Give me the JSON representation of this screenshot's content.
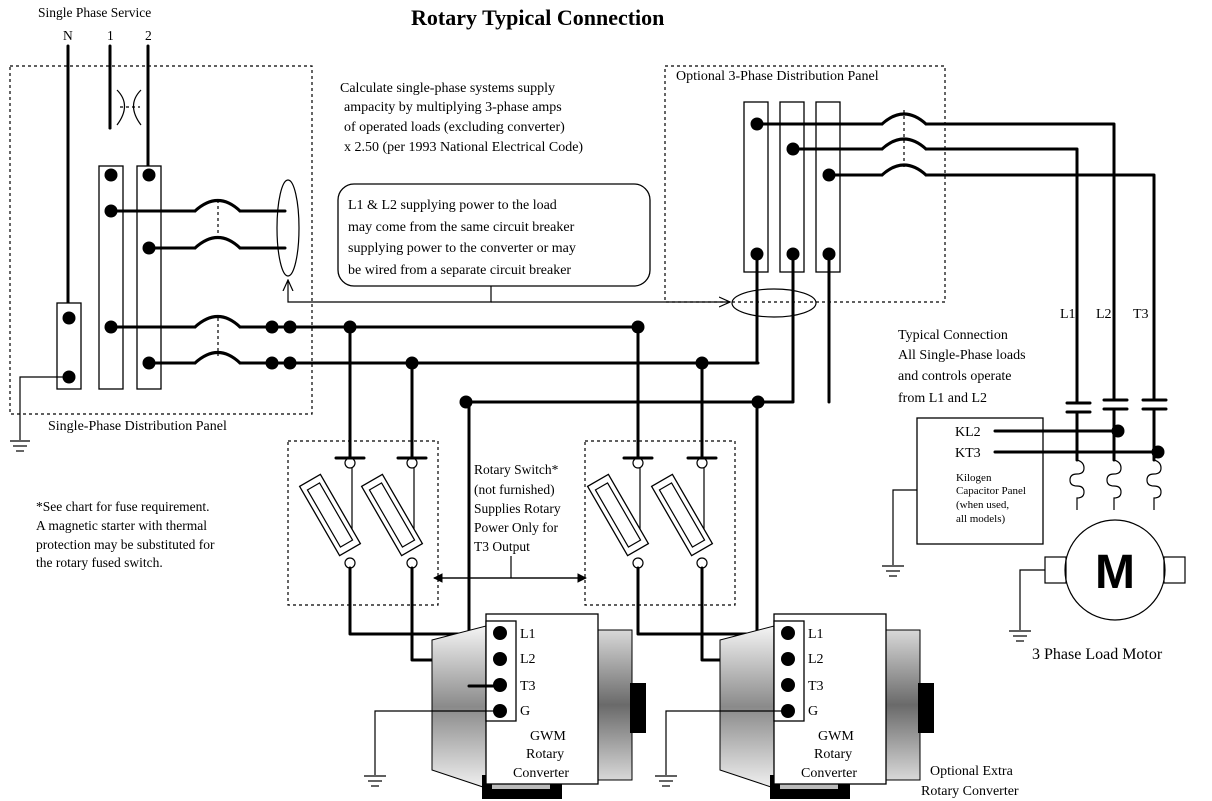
{
  "title": "Rotary Typical Connection",
  "service": {
    "label": "Single Phase Service",
    "n": "N",
    "l1": "1",
    "l2": "2"
  },
  "single_panel_label": "Single-Phase Distribution Panel",
  "three_panel_label": "Optional 3-Phase Distribution Panel",
  "calc_note": [
    "Calculate single-phase systems supply",
    "ampacity by multiplying 3-phase amps",
    "of operated loads (excluding converter)",
    "x 2.50 (per 1993 National Electrical Code)"
  ],
  "callout_note": [
    "L1 & L2 supplying power to the load",
    "may come from the same circuit breaker",
    "supplying power to the converter or may",
    "be wired from a separate circuit breaker"
  ],
  "fuse_note": [
    "*See chart for fuse requirement.",
    "A magnetic starter with thermal",
    "protection may be substituted for",
    "the rotary fused switch."
  ],
  "switch_note": [
    "Rotary Switch*",
    "(not furnished)",
    "Supplies Rotary",
    "Power Only for",
    "T3 Output"
  ],
  "typical_note": [
    "Typical Connection",
    "All Single-Phase loads",
    "and controls operate",
    "from L1 and L2"
  ],
  "load_lines": {
    "l1": "L1",
    "l2": "L2",
    "t3": "T3"
  },
  "capacitor_panel": {
    "kl2": "KL2",
    "kt3": "KT3",
    "desc": [
      "Kilogen",
      "Capacitor Panel",
      "(when used,",
      "all models)"
    ]
  },
  "motor": {
    "symbol": "M",
    "label": "3 Phase Load Motor"
  },
  "converter": {
    "terminals": [
      "L1",
      "L2",
      "T3",
      "G"
    ],
    "name": [
      "GWM",
      "Rotary",
      "Converter"
    ]
  },
  "extra_converter_label": [
    "Optional Extra",
    "Rotary Converter"
  ]
}
